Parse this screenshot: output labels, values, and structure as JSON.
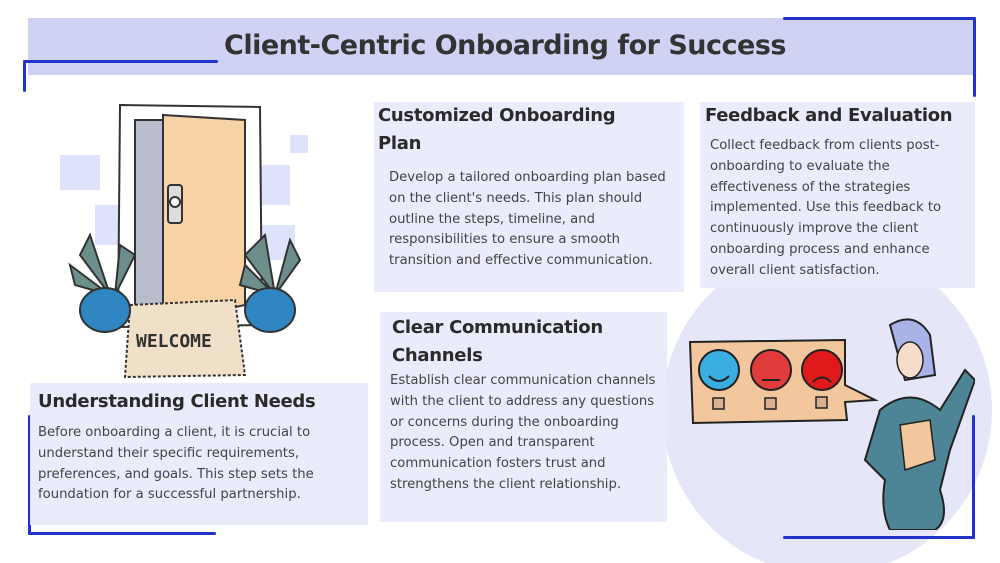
{
  "title": "Client-Centric Onboarding for Success",
  "sections": [
    {
      "heading": "Customized Onboarding Plan",
      "body": "Develop a tailored onboarding plan based on the client's needs. This plan should outline the steps, timeline, and responsibilities to ensure a smooth transition and effective communication."
    },
    {
      "heading": "Feedback and Evaluation",
      "body": "Collect feedback from clients post-onboarding to evaluate the effectiveness of the strategies implemented. Use this feedback to continuously improve the client onboarding process and enhance overall client satisfaction."
    },
    {
      "heading": "Clear Communication Channels",
      "body": "Establish clear communication channels with the client to address any questions or concerns during the onboarding process. Open and transparent communication fosters trust and strengthens the client relationship."
    },
    {
      "heading": "Understanding Client Needs",
      "body": "Before onboarding a client, it is crucial to understand their specific requirements, preferences, and goals. This step sets the foundation for a successful partnership."
    }
  ],
  "illustration": {
    "mat_text": "WELCOME"
  },
  "colors": {
    "accent": "#2233cc",
    "band": "#d0d2f3",
    "box": "#e9eafb"
  }
}
